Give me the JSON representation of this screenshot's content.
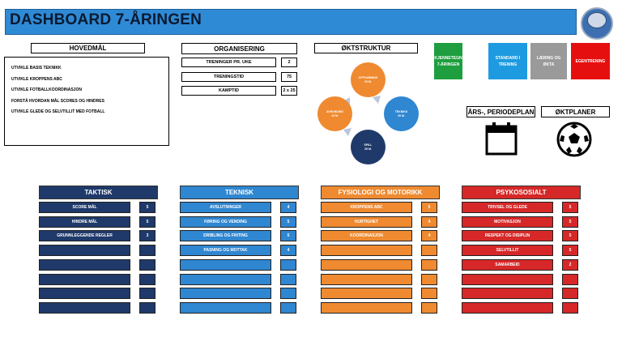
{
  "header": {
    "title": "DASHBOARD 7-ÅRINGEN"
  },
  "hovedmal": {
    "title": "HOVEDMÅL",
    "items": [
      "UTVIKLE BASIS TEKNIKK",
      "UTVIKLE KROPPENS ABC",
      "UTVIKLE FOTBALLKOORDINASJON",
      "FORSTÅ HVORDAN MÅL SCORES OG HINDRES",
      "UTVIKLE GLEDE OG SELVTILLIT MED FOTBALL"
    ]
  },
  "organisering": {
    "title": "ORGANISERING",
    "rows": [
      {
        "label": "TRENINGER PR. UKE",
        "value": "2"
      },
      {
        "label": "TRENINGSTID",
        "value": "75"
      },
      {
        "label": "KAMPTID",
        "value": "2 x 25"
      }
    ]
  },
  "oktstruktur": {
    "title": "ØKTSTRUKTUR",
    "phases": [
      {
        "name": "OPPVARMING",
        "duration": "20 M."
      },
      {
        "name": "TEKNIKK",
        "duration": "20 M."
      },
      {
        "name": "SPILL",
        "duration": "25 M."
      },
      {
        "name": "AVRUNDING",
        "duration": "10 M."
      }
    ],
    "colors": {
      "orange": "#ef8a30",
      "blue": "#2f86d1",
      "navy": "#1f3a6a",
      "arrow": "#b9c6dc"
    }
  },
  "links": [
    {
      "label1": "KJENNETEGN",
      "label2": "7-ÅRINGEN",
      "color": "#1e9e3e"
    },
    {
      "label1": "STANDARD I",
      "label2": "TRENING",
      "color": "#1e9be0"
    },
    {
      "label1": "LÆRING OG",
      "label2": "ØKTA",
      "color": "#9a9a9a"
    },
    {
      "label1": "EGENTRENING",
      "label2": "",
      "color": "#e60f0f"
    }
  ],
  "plans": {
    "periode": {
      "label": "ÅRS-, PERIODEPLAN",
      "icon": "calendar-icon"
    },
    "okt": {
      "label": "ØKTPLANER",
      "icon": "soccer-ball-icon"
    }
  },
  "categories": [
    {
      "title": "TAKTISK",
      "color": "#1f3a6a",
      "rows": [
        {
          "label": "SCORE MÅL",
          "value": "5"
        },
        {
          "label": "HINDRE MÅL",
          "value": "5"
        },
        {
          "label": "GRUNNLEGGENDE REGLER",
          "value": "3"
        },
        {
          "label": "",
          "value": ""
        },
        {
          "label": "",
          "value": ""
        },
        {
          "label": "",
          "value": ""
        },
        {
          "label": "",
          "value": ""
        },
        {
          "label": "",
          "value": ""
        }
      ]
    },
    {
      "title": "TEKNISK",
      "color": "#2f86d1",
      "rows": [
        {
          "label": "AVSLUTNINGER",
          "value": "4"
        },
        {
          "label": "FØRING OG VENDING",
          "value": "5"
        },
        {
          "label": "DRIBLING OG FINTING",
          "value": "5"
        },
        {
          "label": "PASNING OG MOTTAK",
          "value": "4"
        },
        {
          "label": "",
          "value": ""
        },
        {
          "label": "",
          "value": ""
        },
        {
          "label": "",
          "value": ""
        },
        {
          "label": "",
          "value": ""
        }
      ]
    },
    {
      "title": "FYSIOLOGI OG MOTORIKK",
      "color": "#ef8a30",
      "rows": [
        {
          "label": "KROPPENS ABC",
          "value": "5"
        },
        {
          "label": "HURTIGHET",
          "value": "4"
        },
        {
          "label": "KOORDINASJON",
          "value": "4"
        },
        {
          "label": "",
          "value": ""
        },
        {
          "label": "",
          "value": ""
        },
        {
          "label": "",
          "value": ""
        },
        {
          "label": "",
          "value": ""
        },
        {
          "label": "",
          "value": ""
        }
      ]
    },
    {
      "title": "PSYKOSOSIALT",
      "color": "#d62828",
      "rows": [
        {
          "label": "TRIVSEL OG GLEDE",
          "value": "5"
        },
        {
          "label": "MOTIVASJON",
          "value": "5"
        },
        {
          "label": "RESPEKT OG DISIPLIN",
          "value": "5"
        },
        {
          "label": "SELVTILLIT",
          "value": "5"
        },
        {
          "label": "SAMARBEID",
          "value": "2"
        },
        {
          "label": "",
          "value": ""
        },
        {
          "label": "",
          "value": ""
        },
        {
          "label": "",
          "value": ""
        }
      ]
    }
  ]
}
